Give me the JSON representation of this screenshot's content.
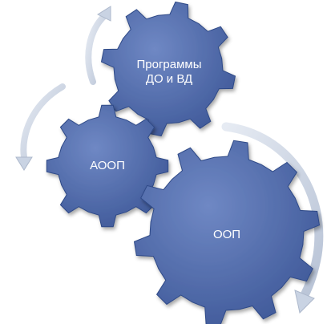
{
  "gears": [
    {
      "id": "top",
      "label": "Программы\nДО и ВД"
    },
    {
      "id": "mid",
      "label": "АООП"
    },
    {
      "id": "big",
      "label": "ООП"
    }
  ],
  "colors": {
    "gear_fill": "#4a66a8",
    "gear_edge": "#2f4a87",
    "arrow_fill": "#c9d3e3",
    "arrow_edge": "#aeb9cc",
    "label_text": "#ffffff"
  }
}
